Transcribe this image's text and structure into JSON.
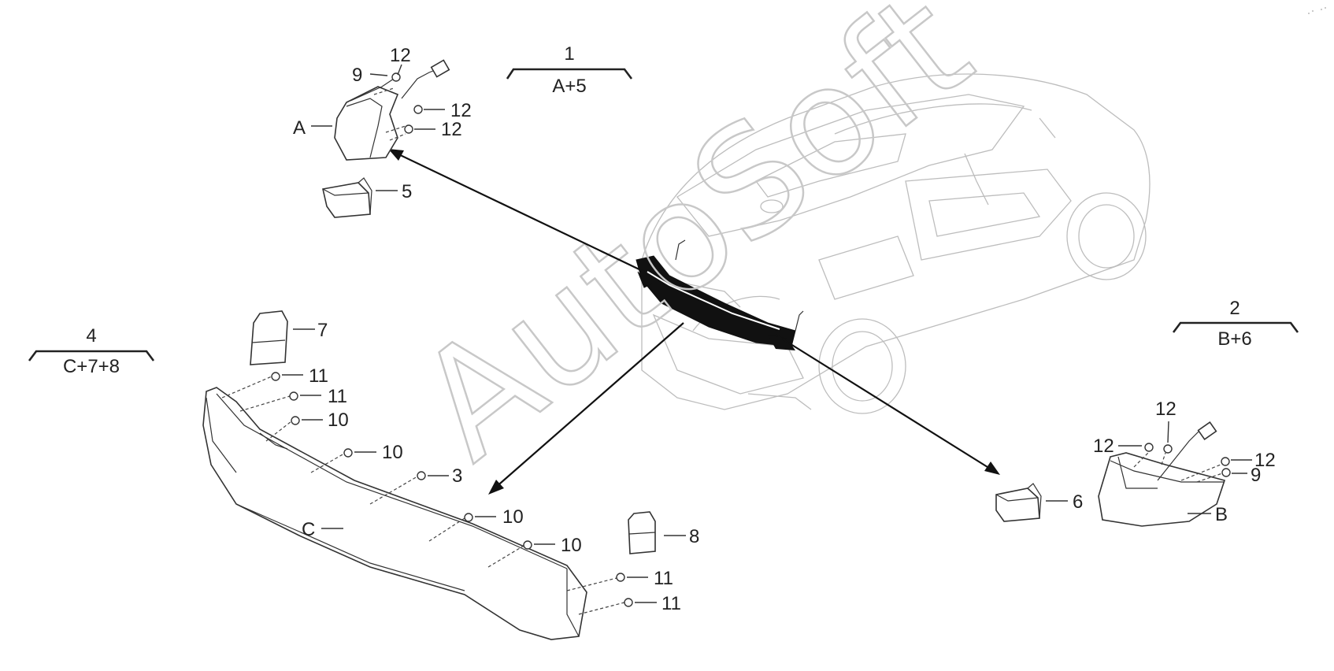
{
  "watermark": "AutoSoft",
  "groups": [
    {
      "id": "1",
      "content": "A+5"
    },
    {
      "id": "2",
      "content": "B+6"
    },
    {
      "id": "4",
      "content": "C+7+8"
    }
  ],
  "parts": {
    "A": "A",
    "B": "B",
    "C": "C",
    "n3": "3",
    "n5": "5",
    "n6": "6",
    "n7": "7",
    "n8": "8",
    "n9": "9",
    "n10": "10",
    "n11": "11",
    "n12": "12"
  },
  "colors": {
    "line": "#333333",
    "car": "#bdbdbd",
    "highlight": "#000000"
  }
}
